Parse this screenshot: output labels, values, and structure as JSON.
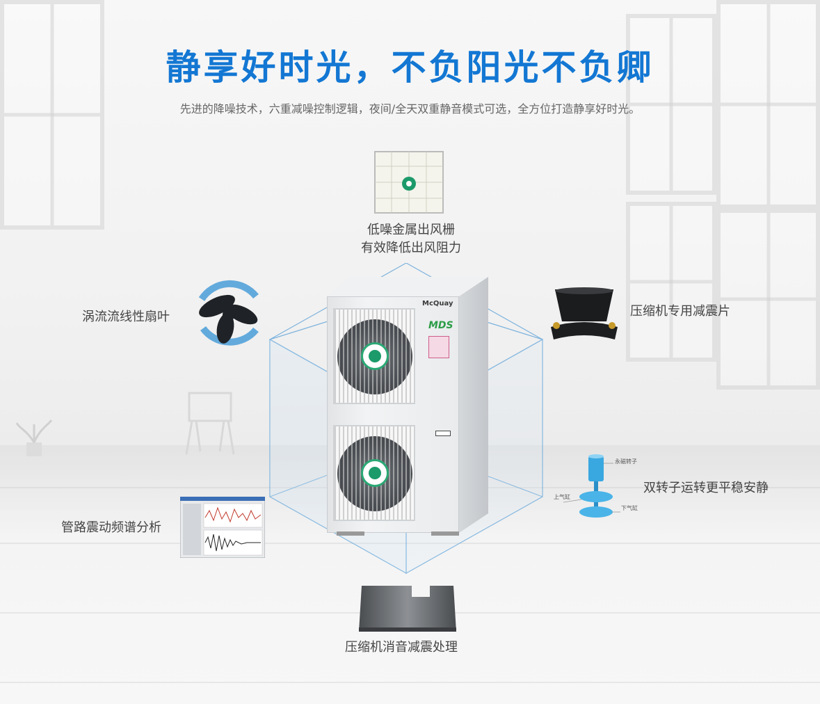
{
  "title": "静享好时光，不负阳光不负卿",
  "subtitle": "先进的降噪技术，六重减噪控制逻辑，夜间/全天双重静音模式可选，全方位打造静享好时光。",
  "features": {
    "grille": {
      "line1": "低噪金属出风栅",
      "line2": "有效降低出风阻力"
    },
    "fan_blade": "涡流流线性扇叶",
    "compressor_pad": "压缩机专用减震片",
    "dual_rotor": "双转子运转更平稳安静",
    "pipe_analysis": "管路震动频谱分析",
    "compressor_muffler": "压缩机消音减震处理"
  },
  "rotor_diagram": {
    "permanent_magnet": "永磁转子",
    "upper_cylinder": "上气缸",
    "lower_cylinder": "下气缸"
  },
  "ac_unit": {
    "brand": "McQuay",
    "model_badge": "MDS"
  },
  "colors": {
    "title": "#1377d3",
    "subtitle": "#666666",
    "label": "#444444",
    "cube_lines": "#6aa9da",
    "fan_arrow": "#4a9ed8",
    "logo_green": "#1c9a6a"
  }
}
